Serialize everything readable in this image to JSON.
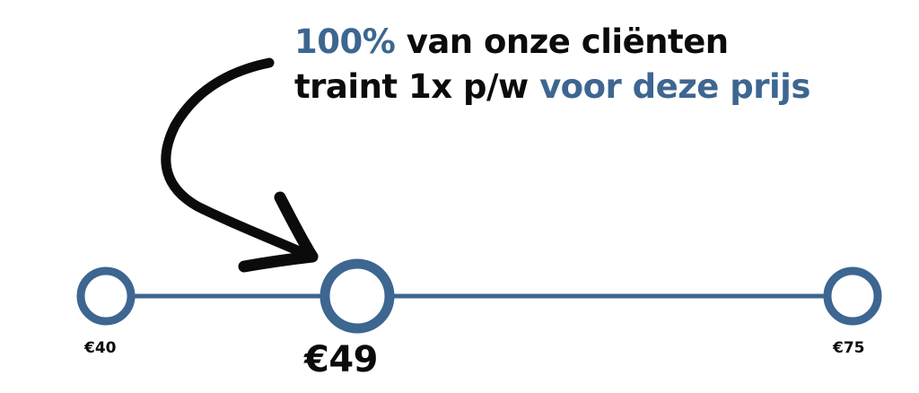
{
  "headline": {
    "line1_accent": "100%",
    "line1_rest": " van onze cliënten",
    "line2_start": "traint 1x p/w ",
    "line2_accent": "voor deze prijs"
  },
  "price_scale": {
    "min_label": "€40",
    "highlight_label": "€49",
    "max_label": "€75",
    "min_value": 40,
    "highlight_value": 49,
    "max_value": 75
  },
  "colors": {
    "accent": "#3d6690",
    "text": "#0b0b0b",
    "background": "#ffffff"
  },
  "icons": {
    "pointer": "hand-drawn-arrow-icon",
    "markers": "circle-marker-icon"
  }
}
